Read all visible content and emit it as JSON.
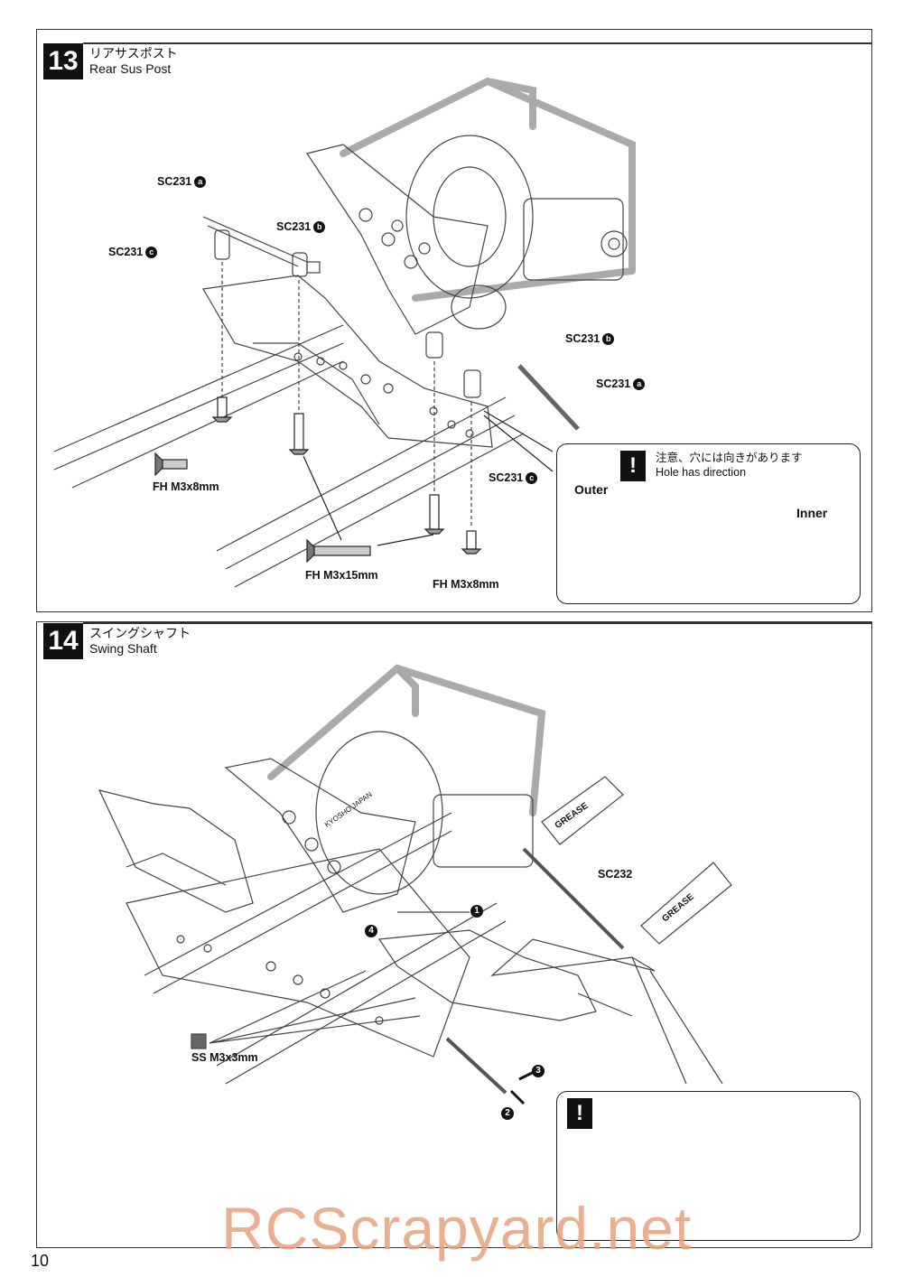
{
  "step13": {
    "number": "13",
    "title_jp": "リアサスポスト",
    "title_en": "Rear Sus Post",
    "labels": {
      "a_top": "SC231",
      "b_top": "SC231",
      "c_top": "SC231",
      "b_right": "SC231",
      "a_right": "SC231",
      "c_right": "SC231",
      "screw_left": "FH M3x8mm",
      "screw_mid": "FH M3x15mm",
      "screw_right": "FH M3x8mm"
    },
    "badges": {
      "a": "a",
      "b": "b",
      "c": "c"
    },
    "inset": {
      "warning_mark": "!",
      "note_jp": "注意、穴には向きがあります",
      "note_en": "Hole has direction",
      "outer": "Outer",
      "inner": "Inner"
    }
  },
  "step14": {
    "number": "14",
    "title_jp": "スイングシャフト",
    "title_en": "Swing Shaft",
    "labels": {
      "part": "SC232",
      "screw": "SS M3x3mm",
      "grease_1": "GREASE",
      "grease_2": "GREASE",
      "chassis_text": "KYOSHO JAPAN"
    },
    "order": [
      "1",
      "2",
      "3",
      "4"
    ],
    "inset": {
      "warning_mark": "!"
    }
  },
  "watermark": "RCScrapyard.net",
  "page_number": "10"
}
